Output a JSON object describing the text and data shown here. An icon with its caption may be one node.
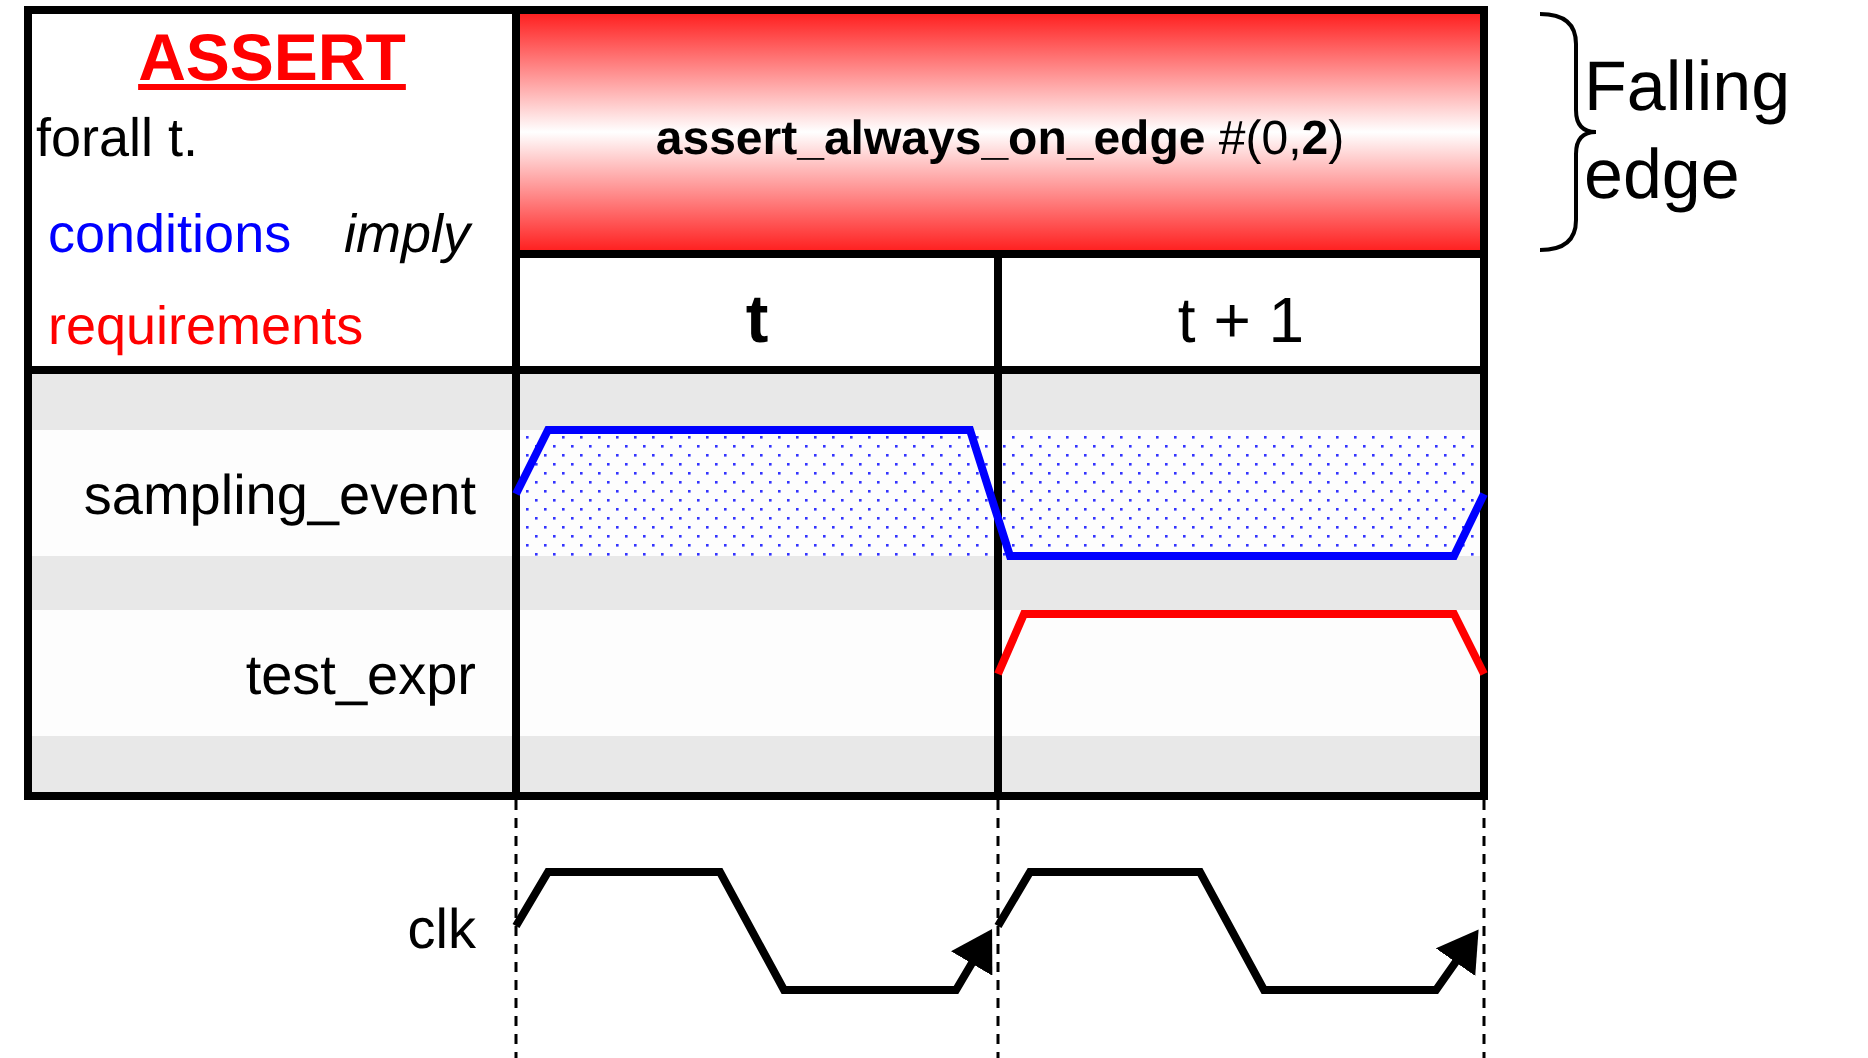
{
  "diagram": {
    "labels": [
      "ASSERT",
      "forall t.",
      "conditions",
      "imply",
      "requirements",
      "**assert_always_on_edge** #(0,**2**)",
      "Falling edge",
      "t",
      "t + 1",
      "sampling_event",
      "test_expr",
      "clk"
    ]
  }
}
